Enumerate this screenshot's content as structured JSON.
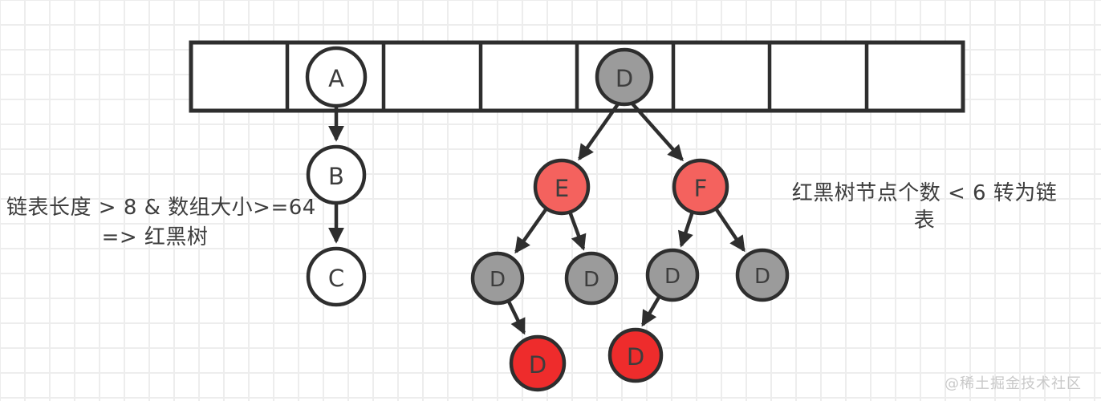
{
  "diagram": {
    "array": {
      "cell_count": 8,
      "cells": [
        "",
        "A",
        "",
        "",
        "D",
        "",
        "",
        ""
      ]
    },
    "nodes": {
      "a": {
        "label": "A",
        "role": "list-head"
      },
      "b": {
        "label": "B",
        "role": "list-node"
      },
      "c": {
        "label": "C",
        "role": "list-node"
      },
      "d_bucket": {
        "label": "D",
        "role": "tree-root"
      },
      "e": {
        "label": "E",
        "role": "tree-red-branch"
      },
      "f": {
        "label": "F",
        "role": "tree-red-branch"
      },
      "d_e_left": {
        "label": "D",
        "role": "tree-black-node"
      },
      "d_e_right": {
        "label": "D",
        "role": "tree-black-node"
      },
      "d_f_left": {
        "label": "D",
        "role": "tree-black-node"
      },
      "d_f_right": {
        "label": "D",
        "role": "tree-black-node"
      },
      "d_red_left": {
        "label": "D",
        "role": "tree-red-leaf"
      },
      "d_red_right": {
        "label": "D",
        "role": "tree-red-leaf"
      }
    },
    "edges": [
      {
        "from": "a",
        "to": "b"
      },
      {
        "from": "b",
        "to": "c"
      },
      {
        "from": "d_bucket",
        "to": "e"
      },
      {
        "from": "d_bucket",
        "to": "f"
      },
      {
        "from": "e",
        "to": "d_e_left"
      },
      {
        "from": "e",
        "to": "d_e_right"
      },
      {
        "from": "f",
        "to": "d_f_left"
      },
      {
        "from": "f",
        "to": "d_f_right"
      },
      {
        "from": "d_e_left",
        "to": "d_red_left"
      },
      {
        "from": "d_f_left",
        "to": "d_red_right"
      }
    ]
  },
  "annotations": {
    "left": {
      "line1": "链表长度 > 8 & 数组大小>=64",
      "line2": "=> 红黑树"
    },
    "right": {
      "line1": "红黑树节点个数 < 6 转为链",
      "line2": "表"
    }
  },
  "watermark": "@稀土掘金技术社区",
  "colors": {
    "stroke": "#2e2e2e",
    "node_white": "#ffffff",
    "node_gray": "#9b9b9b",
    "node_salmon": "#f4625e",
    "node_red": "#ee2c2c",
    "text": "#3d3d3d",
    "watermark": "#c9c9c9",
    "grid": "#ededed"
  }
}
